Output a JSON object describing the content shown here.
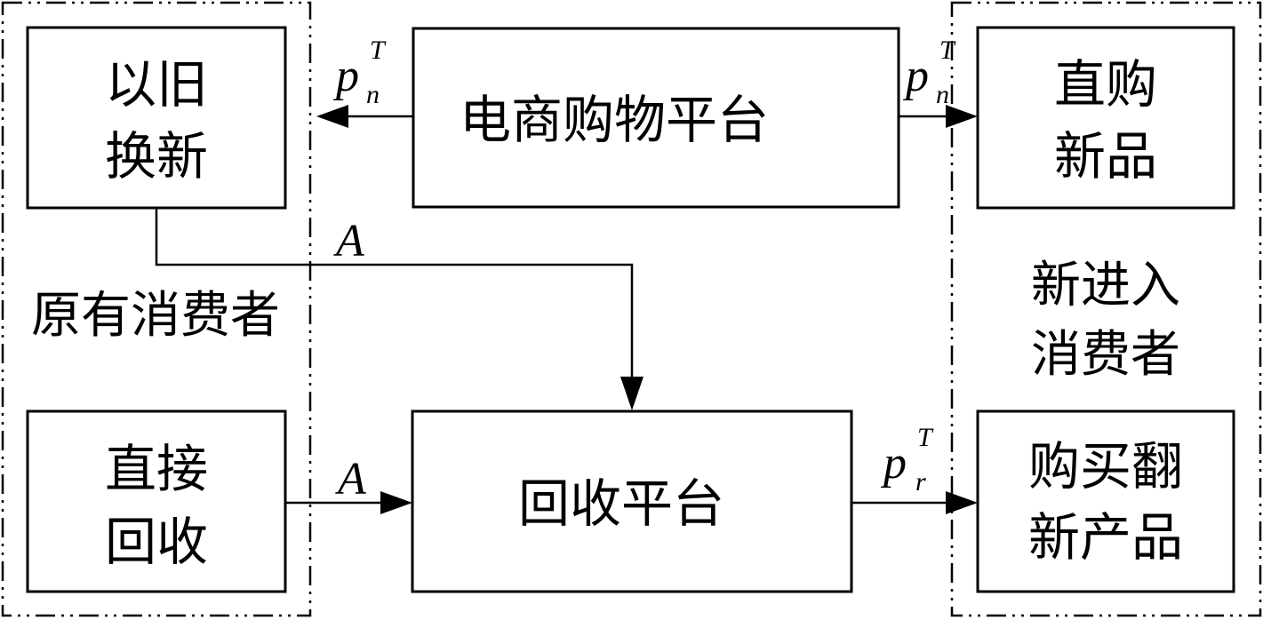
{
  "groups": {
    "existing_consumers": "原有消费者",
    "new_consumers": [
      "新进入",
      "消费者"
    ]
  },
  "nodes": {
    "trade_in": [
      "以旧",
      "换新"
    ],
    "ecommerce_platform": "电商购物平台",
    "buy_new_direct": [
      "直购",
      "新品"
    ],
    "direct_recycle": [
      "直接",
      "回收"
    ],
    "recycling_platform": "回收平台",
    "buy_refurbished": [
      "购买翻",
      "新产品"
    ]
  },
  "edges": {
    "price_new_left": {
      "base": "p",
      "sub": "n",
      "sup": "T"
    },
    "price_new_right": {
      "base": "p",
      "sub": "n",
      "sup": "T"
    },
    "price_refurb": {
      "base": "p",
      "sub": "r",
      "sup": "T"
    },
    "trade_in_to_recycling": "A",
    "direct_to_recycling": "A"
  }
}
